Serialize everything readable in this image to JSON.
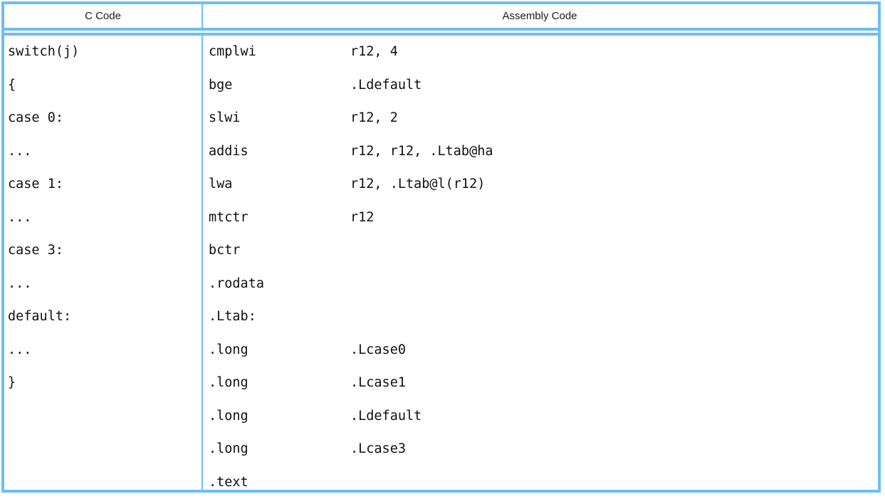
{
  "table": {
    "columns": [
      {
        "key": "c_code",
        "label": "C Code"
      },
      {
        "key": "assembly_code",
        "label": "Assembly Code"
      }
    ],
    "border_color": "#6dbdf5",
    "text_color": "#111111",
    "rows": [
      {
        "c": "switch(j)",
        "mnemonic": "cmplwi",
        "operands": "r12, 4"
      },
      {
        "c": "{",
        "mnemonic": "bge",
        "operands": ".Ldefault"
      },
      {
        "c": "case 0:",
        "mnemonic": "slwi",
        "operands": "r12, 2"
      },
      {
        "c": "...",
        "mnemonic": "addis",
        "operands": "r12, r12, .Ltab@ha"
      },
      {
        "c": "case 1:",
        "mnemonic": "lwa",
        "operands": "r12, .Ltab@l(r12)"
      },
      {
        "c": "...",
        "mnemonic": "mtctr",
        "operands": "r12"
      },
      {
        "c": "case 3:",
        "mnemonic": "bctr",
        "operands": ""
      },
      {
        "c": "...",
        "mnemonic": ".rodata",
        "operands": ""
      },
      {
        "c": "default:",
        "mnemonic": ".Ltab:",
        "operands": ""
      },
      {
        "c": "...",
        "mnemonic": ".long",
        "operands": ".Lcase0"
      },
      {
        "c": "}",
        "mnemonic": ".long",
        "operands": ".Lcase1"
      },
      {
        "c": "",
        "mnemonic": ".long",
        "operands": ".Ldefault"
      },
      {
        "c": "",
        "mnemonic": ".long",
        "operands": ".Lcase3"
      },
      {
        "c": "",
        "mnemonic": ".text",
        "operands": ""
      }
    ]
  }
}
